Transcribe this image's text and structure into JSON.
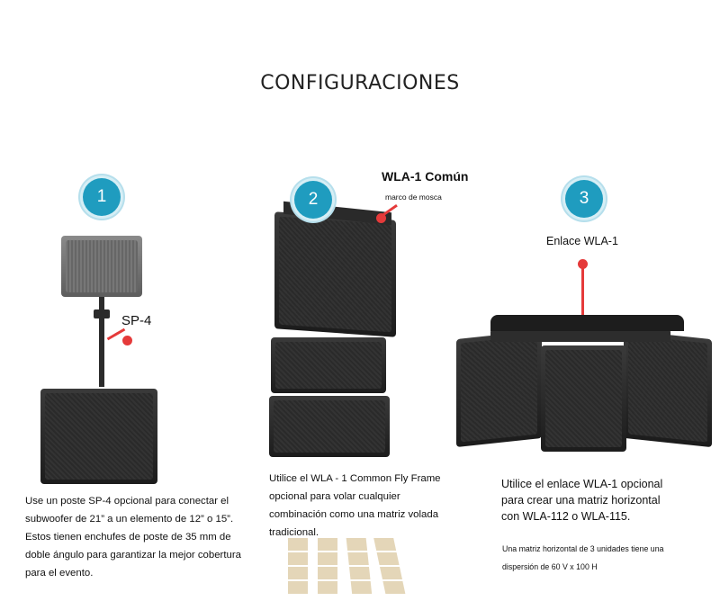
{
  "page": {
    "title": "CONFIGURACIONES"
  },
  "config1": {
    "number": "1",
    "label": "SP-4",
    "description": "Use un poste SP-4 opcional para conectar el subwoofer de 21” a un elemento de 12” o 15”. Estos tienen enchufes de poste de 35 mm de doble ángulo para garantizar la mejor cobertura para el evento."
  },
  "config2": {
    "number": "2",
    "label": "WLA-1 Común",
    "sublabel": "marco de mosca",
    "description": "Utilice el WLA - 1 Common Fly Frame opcional para volar cualquier combinación como una matriz volada tradicional."
  },
  "config3": {
    "number": "3",
    "label": "Enlace WLA-1",
    "description": "Utilice el enlace WLA-1 opcional para crear una matriz horizontal con WLA-112 o WLA-115.",
    "note": "Una matriz horizontal de 3 unidades tiene una dispersión de 60 V x 100 H"
  },
  "colors": {
    "accent": "#1f9cbf",
    "marker": "#e53a3a"
  }
}
